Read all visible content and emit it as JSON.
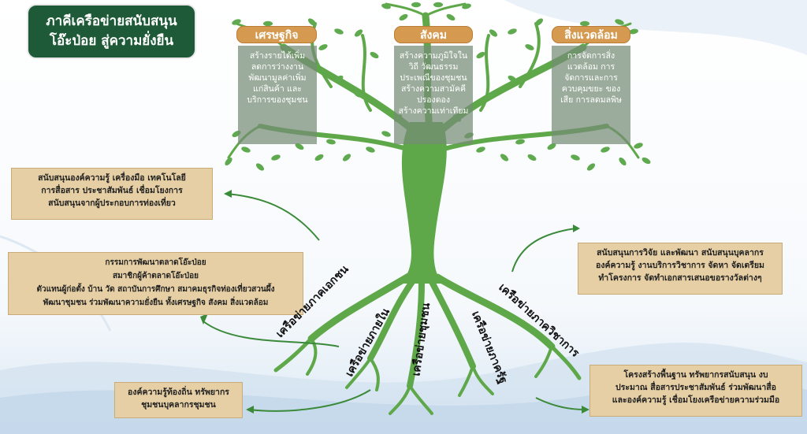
{
  "title": {
    "line1": "ภาคีเครือข่ายสนับสนุน",
    "line2": "โอ๊ะป่อย สู่ความยั่งยืน"
  },
  "categories": [
    {
      "label": "เศรษฐกิจ",
      "lines": [
        "สร้างรายได้เพิ่ม",
        "ลดการว่างงาน",
        "พัฒนามูลค่าเพิ่ม",
        "แก่สินค้า และ",
        "บริการของชุมชน"
      ]
    },
    {
      "label": "สังคม",
      "lines": [
        "สร้างความภูมิใจใน",
        "วิถี วัฒนธรรม",
        "ประเพณีของชุมชน",
        "สร้างความสามัคคี",
        "ปรองดอง",
        "สร้างความเท่าเทียม"
      ]
    },
    {
      "label": "สิ่งแวดล้อม",
      "lines": [
        "การจัดการสิ่ง",
        "แวดล้อม การ",
        "จัดการและการ",
        "ควบคุมขยะ ของ",
        "เสีย การลดมลพิษ"
      ]
    }
  ],
  "notes": {
    "private_support": [
      "สนับสนุนองค์ความรู้ เครื่องมือ เทคโนโลยี",
      "การสื่อสาร ประชาสัมพันธ์ เชื่อมโยงการ",
      "สนับสนุนจากผู้ประกอบการท่องเที่ยว"
    ],
    "internal": [
      "กรรมการพัฒนาตลาดโอ๊ะป่อย",
      "สมาชิกผู้ค้าตลาดโอ๊ะป่อย",
      "ตัวแทนผู้ก่อตั้ง บ้าน วัด สถาบันการศึกษา สมาคมธุรกิจท่องเที่ยวสวนผึ้ง",
      "พัฒนาชุมชน ร่วมพัฒนาความยั่งยืน ทั้งเศรษฐกิจ สังคม สิ่งแวดล้อม"
    ],
    "community": [
      "องค์ความรู้ท้องถิ่น ทรัพยากร",
      "ชุมชนบุคลากรชุมชน"
    ],
    "academic": [
      "สนับสนุนการวิจัย และพัฒนา สนับสนุนบุคลากร",
      "องค์ความรู้ งานบริการวิชาการ จัดหา จัดเตรียม",
      "ทำโครงการ จัดทำเอกสารเสนอขอรางวัลต่างๆ"
    ],
    "government": [
      "โครงสร้างพื้นฐาน ทรัพยากรสนับสนุน งบ",
      "ประมาณ สื่อสารประชาสัมพันธ์ ร่วมพัฒนาสื่อ",
      "และองค์ความรู้ เชื่อมโยงเครือข่ายความร่วมมือ"
    ]
  },
  "roots": {
    "private": "เครือข่ายภาคเอกชน",
    "internal": "เครือข่ายภายใน",
    "community": "เครือข่ายชุมชน",
    "government": "เครือข่ายภาครัฐ",
    "academic": "เครือข่ายภาควิชาการ"
  },
  "colors": {
    "tree": "#5fa84a",
    "leaf": "#5faa4e",
    "title_bg": "#1e5a37",
    "tab": "#d59a50",
    "note_bg": "#e6cfa4",
    "arrow": "#3a8a3a"
  }
}
